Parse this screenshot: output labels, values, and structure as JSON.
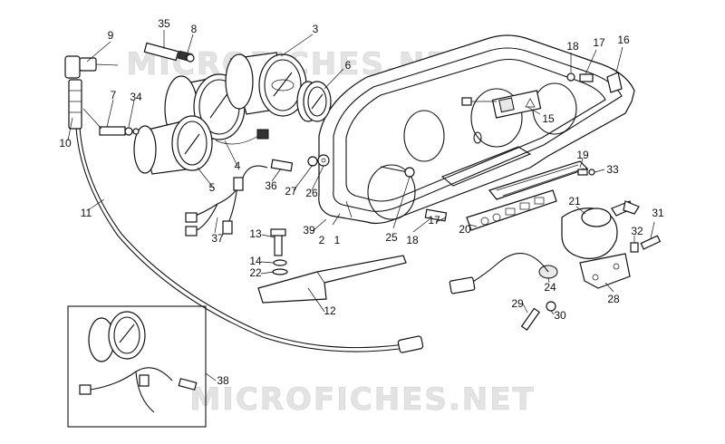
{
  "watermarks": {
    "top": "MICROFICHES.NET",
    "bottom": "MICROFICHES.NET"
  },
  "callouts": [
    {
      "id": "c1",
      "label": "1"
    },
    {
      "id": "c2",
      "label": "2"
    },
    {
      "id": "c3",
      "label": "3"
    },
    {
      "id": "c4",
      "label": "4"
    },
    {
      "id": "c5",
      "label": "5"
    },
    {
      "id": "c6",
      "label": "6"
    },
    {
      "id": "c7",
      "label": "7"
    },
    {
      "id": "c8",
      "label": "8"
    },
    {
      "id": "c9",
      "label": "9"
    },
    {
      "id": "c10",
      "label": "10"
    },
    {
      "id": "c11",
      "label": "11"
    },
    {
      "id": "c12",
      "label": "12"
    },
    {
      "id": "c13",
      "label": "13"
    },
    {
      "id": "c14",
      "label": "14"
    },
    {
      "id": "c15",
      "label": "15"
    },
    {
      "id": "c16",
      "label": "16"
    },
    {
      "id": "c17a",
      "label": "17"
    },
    {
      "id": "c17b",
      "label": "17"
    },
    {
      "id": "c18a",
      "label": "18"
    },
    {
      "id": "c18b",
      "label": "18"
    },
    {
      "id": "c19",
      "label": "19"
    },
    {
      "id": "c20",
      "label": "20"
    },
    {
      "id": "c21",
      "label": "21"
    },
    {
      "id": "c22",
      "label": "22"
    },
    {
      "id": "c24",
      "label": "24"
    },
    {
      "id": "c25",
      "label": "25"
    },
    {
      "id": "c26",
      "label": "26"
    },
    {
      "id": "c27",
      "label": "27"
    },
    {
      "id": "c28",
      "label": "28"
    },
    {
      "id": "c29",
      "label": "29"
    },
    {
      "id": "c30",
      "label": "30"
    },
    {
      "id": "c31",
      "label": "31"
    },
    {
      "id": "c32",
      "label": "32"
    },
    {
      "id": "c33",
      "label": "33"
    },
    {
      "id": "c34",
      "label": "34"
    },
    {
      "id": "c35",
      "label": "35"
    },
    {
      "id": "c36",
      "label": "36"
    },
    {
      "id": "c37",
      "label": "37"
    },
    {
      "id": "c38",
      "label": "38"
    },
    {
      "id": "c39",
      "label": "39"
    }
  ]
}
